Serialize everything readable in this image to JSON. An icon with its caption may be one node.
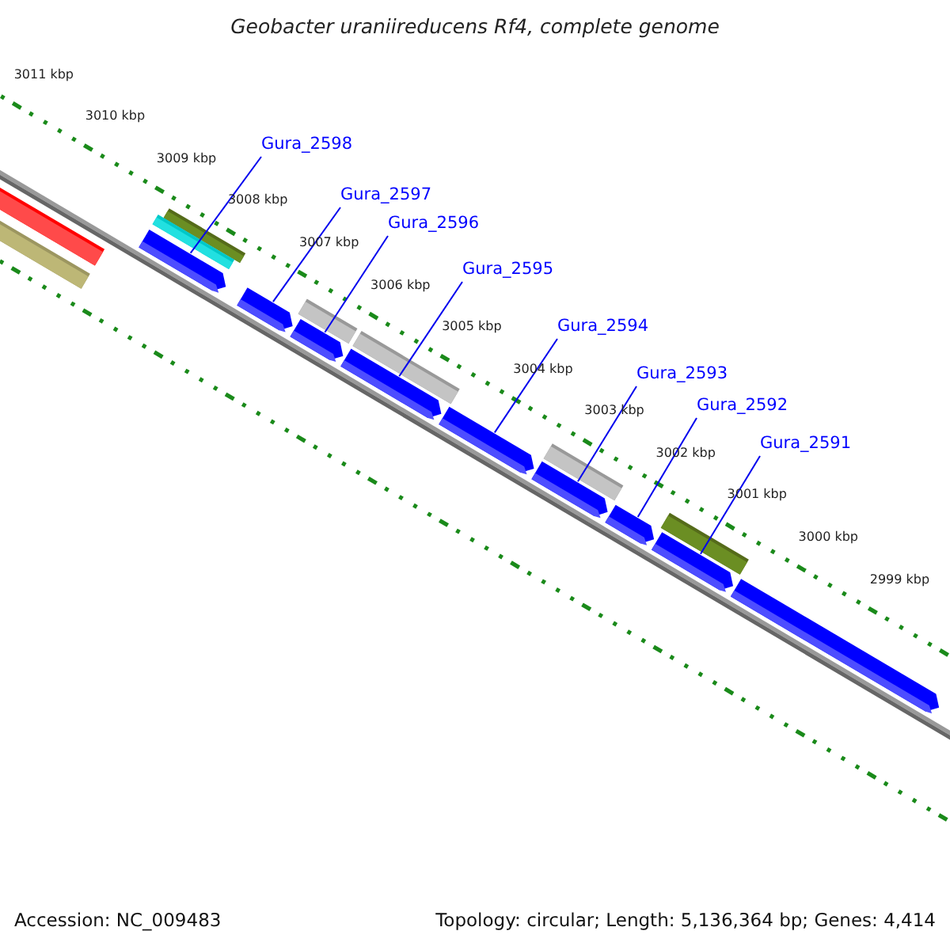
{
  "diagram": {
    "title": "Geobacter uraniireducens Rf4, complete genome",
    "nodes": [
      {
        "text": [
          "Gura_2598"
        ]
      },
      {
        "text": [
          "Gura_2597"
        ]
      },
      {
        "text": [
          "Gura_2596"
        ]
      },
      {
        "text": [
          "Gura_2595"
        ]
      },
      {
        "text": [
          "Gura_2594"
        ]
      },
      {
        "text": [
          "Gura_2593"
        ]
      },
      {
        "text": [
          "Gura_2592"
        ]
      },
      {
        "text": [
          "Gura_2591"
        ]
      },
      {
        "text": [],
        "shape": "arrow"
      },
      {
        "text": [],
        "shape": "arrow"
      },
      {
        "text": [],
        "shape": "arrow"
      },
      {
        "text": [],
        "shape": "arrow"
      },
      {
        "text": [],
        "shape": "arrow"
      },
      {
        "text": [],
        "shape": "arrow"
      },
      {
        "text": [],
        "shape": "arrow"
      },
      {
        "text": [],
        "shape": "arrow"
      }
    ],
    "edges": [
      {
        "from": 0,
        "to": 8,
        "arrow": "none"
      },
      {
        "from": 1,
        "to": 9,
        "arrow": "none"
      },
      {
        "from": 2,
        "to": 10,
        "arrow": "none"
      },
      {
        "from": 3,
        "to": 11,
        "arrow": "none"
      },
      {
        "from": 4,
        "to": 12,
        "arrow": "none"
      },
      {
        "from": 5,
        "to": 13,
        "arrow": "none"
      },
      {
        "from": 6,
        "to": 14,
        "arrow": "none"
      },
      {
        "from": 7,
        "to": 15,
        "arrow": "none"
      }
    ],
    "labels": [
      "3011 kbp",
      "3010 kbp",
      "3009 kbp",
      "3008 kbp",
      "3007 kbp",
      "3006 kbp",
      "3005 kbp",
      "3004 kbp",
      "3003 kbp",
      "3002 kbp",
      "3001 kbp",
      "3000 kbp",
      "2999 kbp",
      "Accession: NC_009483",
      "Topology: circular; Length: 5,136,364 bp; Genes: 4,414"
    ]
  }
}
